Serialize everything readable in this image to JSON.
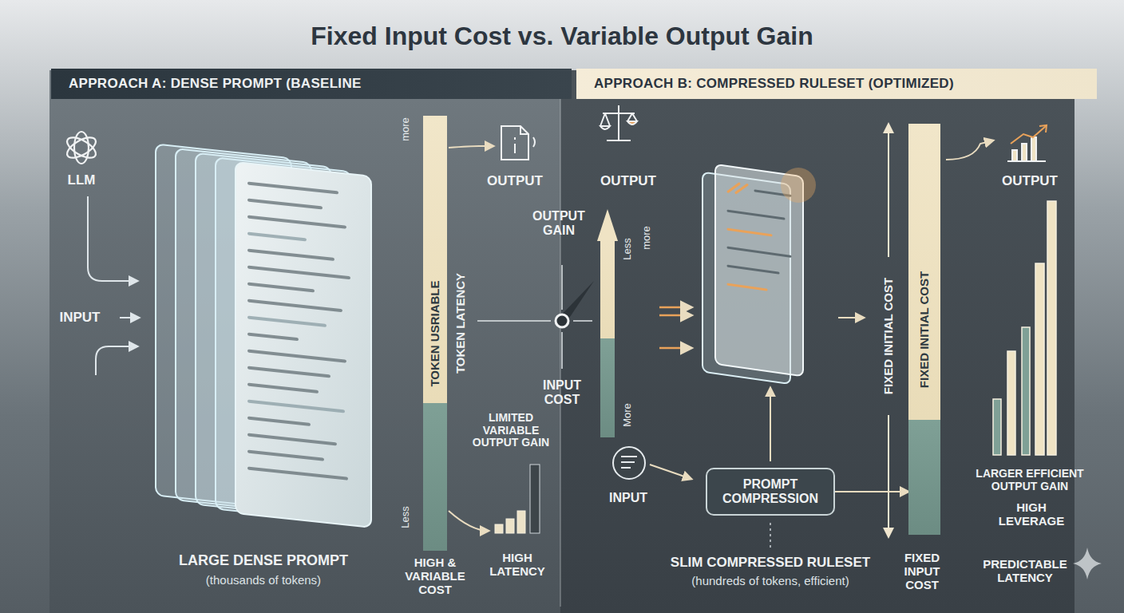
{
  "diagram": {
    "title": "Fixed Input Cost vs. Variable Output Gain",
    "nodes": [
      {
        "text": [
          "APPROACH A: DENSE PROMPT (BASELINE"
        ]
      },
      {
        "text": [
          "APPROACH B: COMPRESSED RULESET (OPTIMIZED)"
        ]
      },
      {
        "text": [
          "TOKEN USRIABLE"
        ]
      },
      {
        "text": [
          "PROMPT COMPRESSION"
        ]
      },
      {
        "text": [
          "FIXED INITIAL COST"
        ]
      }
    ],
    "edges": [
      {
        "from": 3,
        "to": 4,
        "arrow": "to"
      }
    ],
    "labels": [
      "LLM",
      "INPUT",
      "more",
      "Less",
      "TOKEN LATENCY",
      "OUTPUT",
      "LIMITED VARIABLE OUTPUT GAIN",
      "LARGE DENSE PROMPT",
      "(thousands of tokens)",
      "HIGH & VARIABLE COST",
      "HIGH LATENCY",
      "OUTPUT",
      "OUTPUT GAIN",
      "Less",
      "more",
      "INPUT COST",
      "More",
      "INPUT",
      "FIXED INITIAL COST",
      "OUTPUT",
      "LARGER EFFICIENT OUTPUT GAIN",
      "HIGH LEVERAGE",
      "SLIM COMPRESSED RULESET",
      "(hundreds of tokens, efficient)",
      "FIXED INPUT COST",
      "PREDICTABLE LATENCY"
    ]
  }
}
